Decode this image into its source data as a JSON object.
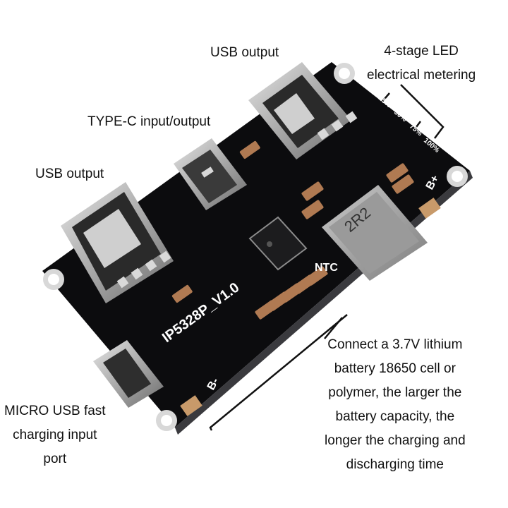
{
  "callouts": {
    "usb_output_top": "USB output",
    "led_line1": "4-stage LED",
    "led_line2": "electrical metering",
    "typec_label": "TYPE-C input/output",
    "usb_output_left": "USB output",
    "battery_line1": "Connect a 3.7V lithium",
    "battery_line2": "battery 18650 cell or",
    "battery_line3": "polymer, the larger the",
    "battery_line4": "battery capacity, the",
    "battery_line5": "longer the charging and",
    "battery_line6": "discharging time",
    "micro_line1": "MICRO USB fast",
    "micro_line2": "charging input",
    "micro_line3": "port"
  },
  "board": {
    "model": "IP5328P_V1.0",
    "ntc": "NTC",
    "b_plus": "B+",
    "b_minus": "B-",
    "inductor": "2R2",
    "led_25": "25%",
    "led_50": "50%",
    "led_75": "75%",
    "led_100": "100%"
  },
  "colors": {
    "pcb": "#0c0c0e",
    "metal": "#b9b9b9",
    "copper_pad": "#c89a6a",
    "capacitor": "#b07a52",
    "background": "#ffffff"
  }
}
